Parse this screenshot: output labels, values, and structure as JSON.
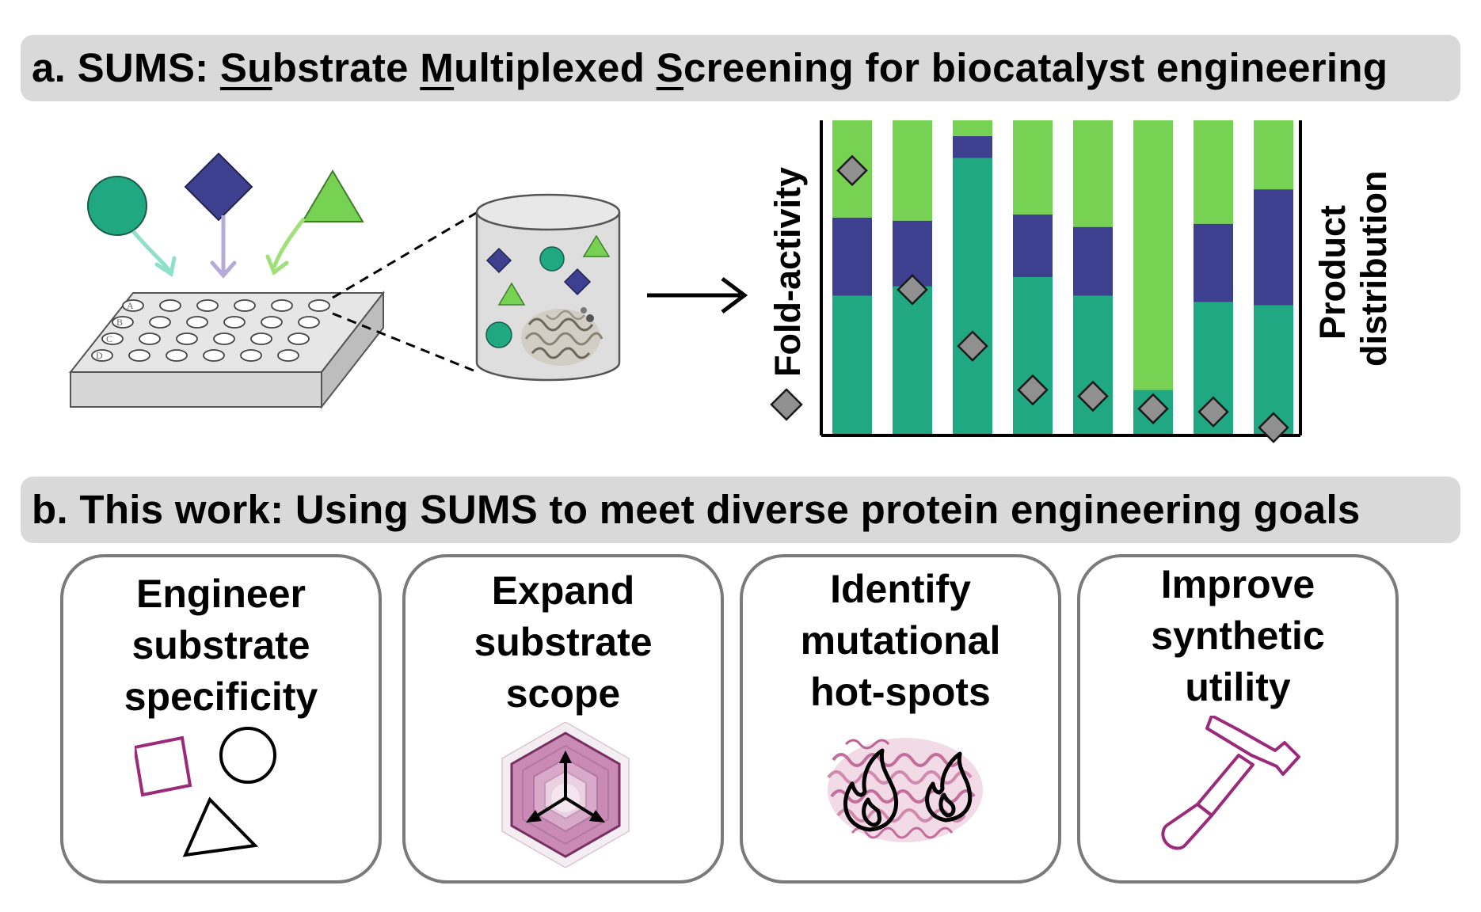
{
  "panel_a": {
    "label": "a. SUMS: ",
    "title_parts": [
      {
        "text": "Su",
        "underline": true
      },
      {
        "text": "bstrate ",
        "underline": false
      },
      {
        "text": "M",
        "underline": true
      },
      {
        "text": "ultiplexed ",
        "underline": false
      },
      {
        "text": "S",
        "underline": true
      },
      {
        "text": "creening for biocatalyst engineering",
        "underline": false
      }
    ],
    "plate_rows": [
      "A",
      "B",
      "C",
      "D"
    ],
    "chart_left_label": "Fold-activity",
    "chart_right_label_line1": "Product",
    "chart_right_label_line2": "distribution"
  },
  "panel_b": {
    "title": "b. This work: Using SUMS to meet diverse protein engineering goals",
    "cards": [
      {
        "lines": [
          "Engineer",
          "substrate",
          "specificity"
        ],
        "icon": "shapes-icon"
      },
      {
        "lines": [
          "Expand",
          "substrate",
          "scope"
        ],
        "icon": "radar-hexagon-icon"
      },
      {
        "lines": [
          "Identify",
          "mutational",
          "hot-spots"
        ],
        "icon": "protein-flames-icon"
      },
      {
        "lines": [
          "Improve",
          "synthetic",
          "utility"
        ],
        "icon": "hammer-icon"
      }
    ]
  },
  "colors": {
    "teal": "#1fa882",
    "navy": "#3d3f8f",
    "light_green": "#77d152",
    "banner_gray": "#d9d9d9",
    "magenta": "#9b2a7a",
    "pink_fill": "#c98ab5"
  },
  "chart_data": {
    "type": "bar",
    "stacked": true,
    "normalized": true,
    "categories": [
      "",
      "",
      "",
      "",
      "",
      "",
      "",
      ""
    ],
    "series": [
      {
        "color": "#1fa882",
        "values": [
          0.44,
          0.47,
          0.88,
          0.5,
          0.44,
          0.14,
          0.42,
          0.41
        ]
      },
      {
        "color": "#3d3f8f",
        "values": [
          0.25,
          0.21,
          0.07,
          0.2,
          0.22,
          0.0,
          0.25,
          0.37
        ]
      },
      {
        "color": "#77d152",
        "values": [
          0.31,
          0.32,
          0.05,
          0.3,
          0.34,
          0.86,
          0.33,
          0.22
        ]
      }
    ],
    "markers": {
      "shape": "diamond",
      "color": "#909090",
      "values": [
        0.84,
        0.46,
        0.28,
        0.14,
        0.12,
        0.08,
        0.07,
        0.02
      ]
    },
    "ylabel_left": "Fold-activity",
    "ylabel_right": "Product distribution",
    "ylim": [
      0,
      1
    ],
    "legend": "none",
    "grid": false
  }
}
